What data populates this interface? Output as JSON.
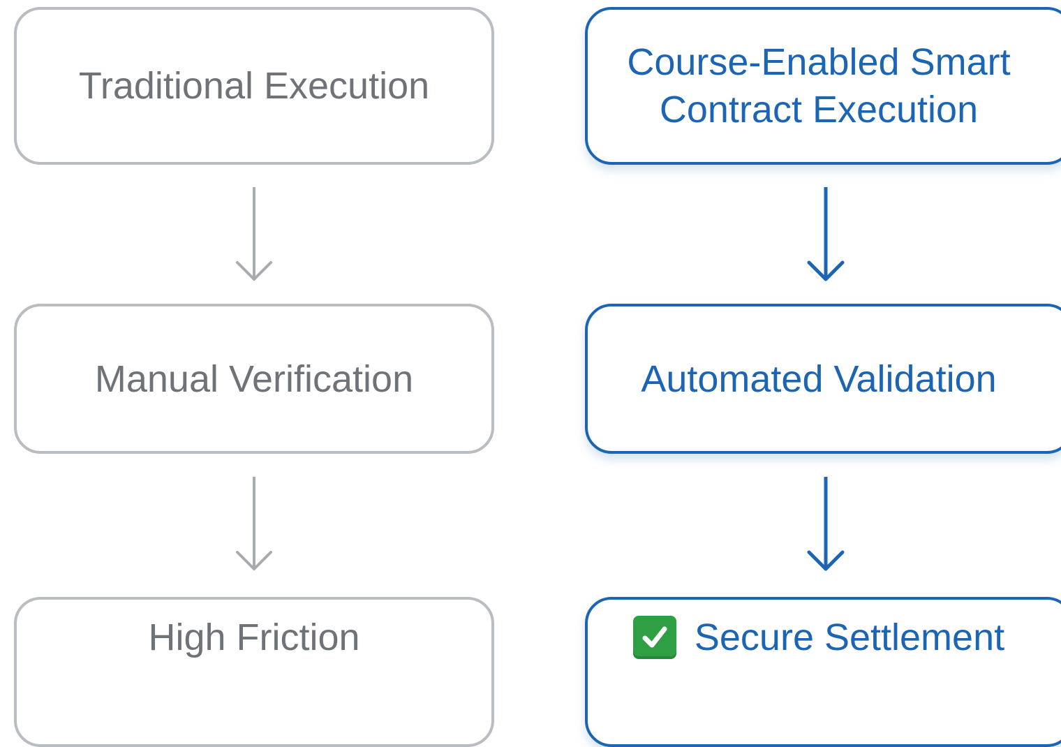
{
  "left_column": {
    "step1": "Traditional Execution",
    "step2": "Manual Verification",
    "step3": "High Friction"
  },
  "right_column": {
    "step1": "Course-Enabled Smart Contract Execution",
    "step2": "Automated Validation",
    "step3": "Secure Settlement"
  },
  "icons": {
    "settlement_icon": "check-mark-icon",
    "flow_arrow": "arrow-down-icon"
  },
  "colors": {
    "left_border": "#b9bcc0",
    "left_text": "#6f7378",
    "right_accent": "#1c64b4",
    "check_green": "#2ea043"
  }
}
